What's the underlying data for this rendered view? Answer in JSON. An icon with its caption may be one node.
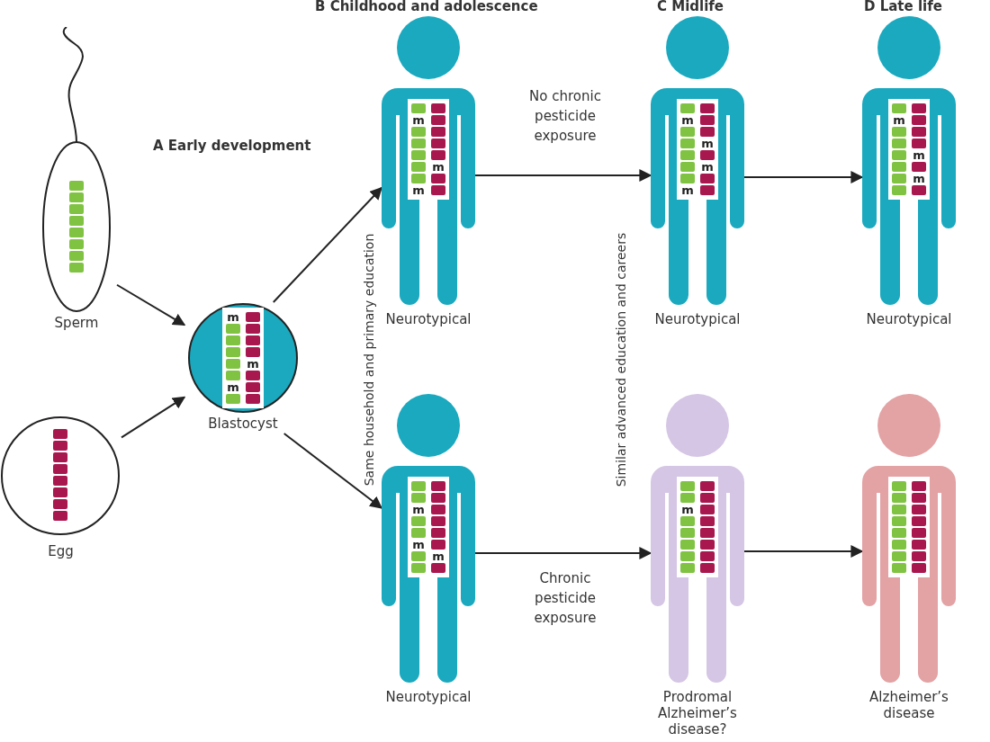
{
  "diagram": {
    "nodes": [
      {
        "text": [
          "Sperm"
        ]
      },
      {
        "text": [
          "Egg"
        ]
      },
      {
        "text": [
          "m",
          "m",
          "m",
          "Blastocyst"
        ]
      },
      {
        "text": [
          "m",
          "m",
          "m",
          "Neurotypical"
        ]
      },
      {
        "text": [
          "m",
          "m",
          "m",
          "Neurotypical"
        ]
      },
      {
        "text": [
          "m",
          "m",
          "m",
          "m",
          "Neurotypical"
        ]
      },
      {
        "text": [
          "m",
          "Prodromal Alzheimer’s disease?"
        ]
      },
      {
        "text": [
          "m",
          "m",
          "m",
          "Neurotypical"
        ]
      },
      {
        "text": [
          "Alzheimer’s disease"
        ]
      }
    ],
    "edges": [
      {
        "from": 0,
        "to": 2,
        "arrow": "to"
      },
      {
        "from": 1,
        "to": 2,
        "arrow": "to"
      },
      {
        "from": 2,
        "to": 3,
        "arrow": "to"
      },
      {
        "from": 2,
        "to": 4,
        "arrow": "to"
      },
      {
        "from": 3,
        "to": 5,
        "label": "No chronic pesticide exposure",
        "arrow": "to"
      },
      {
        "from": 4,
        "to": 6,
        "label": "Chronic pesticide exposure",
        "arrow": "to"
      },
      {
        "from": 5,
        "to": 7,
        "arrow": "to"
      },
      {
        "from": 6,
        "to": 8,
        "arrow": "to"
      }
    ],
    "labels": [
      "B Childhood and adolescence",
      "C Midlife",
      "D Late life",
      "A Early development",
      "Same household and primary education",
      "Similar advanced education and careers"
    ]
  }
}
